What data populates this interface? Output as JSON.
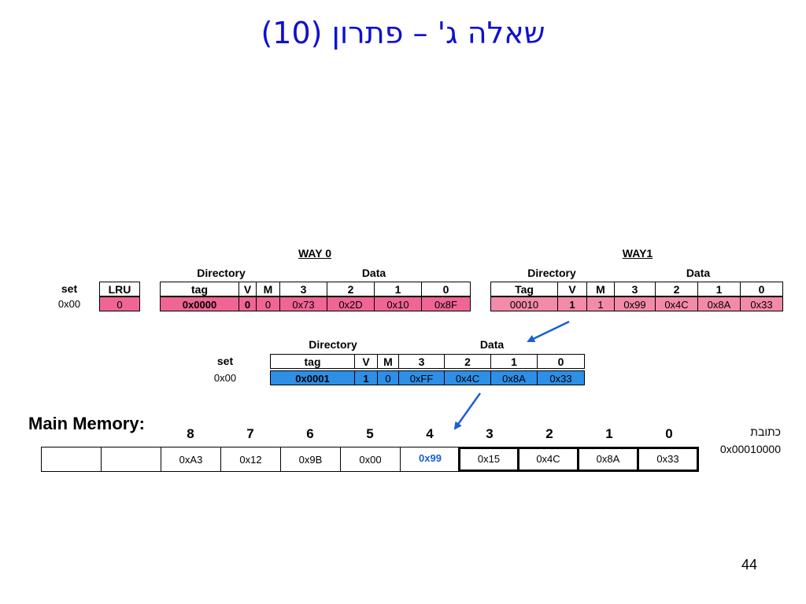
{
  "title": "שאלה ג' – פתרון (10)",
  "cache": {
    "way0_label": "WAY 0",
    "way1_label": "WAY1",
    "directory_label": "Directory",
    "data_label": "Data",
    "set_header": "set",
    "lru_header": "LRU",
    "way0_headers": [
      "tag",
      "V",
      "M",
      "3",
      "2",
      "1",
      "0"
    ],
    "way1_headers": [
      "Tag",
      "V",
      "M",
      "3",
      "2",
      "1",
      "0"
    ],
    "set_value": "0x00",
    "lru_value": "0",
    "way0_row": [
      "0x0000",
      "0",
      "0",
      "0x73",
      "0x2D",
      "0x10",
      "0x8F"
    ],
    "way1_row": [
      "00010",
      "1",
      "1",
      "0x99",
      "0x4C",
      "0x8A",
      "0x33"
    ]
  },
  "new_line": {
    "directory_label": "Directory",
    "data_label": "Data",
    "set_header": "set",
    "headers": [
      "tag",
      "V",
      "M",
      "3",
      "2",
      "1",
      "0"
    ],
    "set_value": "0x00",
    "row": [
      "0x0001",
      "1",
      "0",
      "0xFF",
      "0x4C",
      "0x8A",
      "0x33"
    ]
  },
  "memory": {
    "label": "Main Memory:",
    "headers": [
      "8",
      "7",
      "6",
      "5",
      "4",
      "3",
      "2",
      "1",
      "0"
    ],
    "cells": [
      "",
      "",
      "0xA3",
      "0x12",
      "0x9B",
      "0x00",
      "0x99",
      "0x15",
      "0x4C",
      "0x8A",
      "0x33"
    ],
    "address_label": "כתובת",
    "address_value": "0x00010000"
  },
  "colors": {
    "title": "#1010d0",
    "highlight_pink": "#f06595",
    "highlight_blue": "#2e8fe6",
    "arrow": "#1a5ed8",
    "memory_highlight_text": "#1a5ed8"
  },
  "page_number": "44"
}
